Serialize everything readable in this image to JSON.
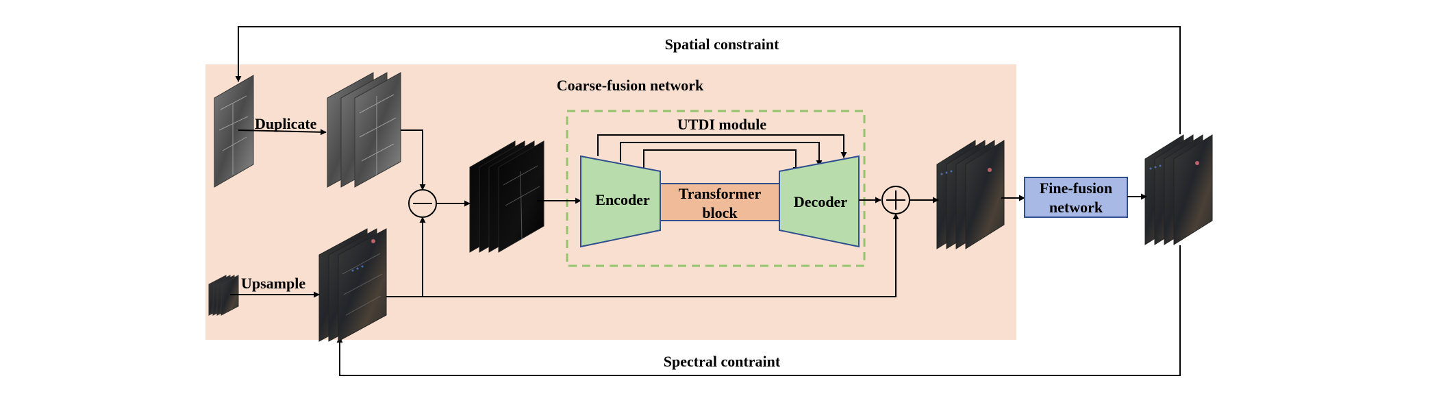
{
  "labels": {
    "spatial_constraint": "Spatial constraint",
    "spectral_constraint": "Spectral contraint",
    "coarse_fusion": "Coarse-fusion network",
    "utdi_module": "UTDI module",
    "duplicate": "Duplicate",
    "upsample": "Upsample",
    "encoder": "Encoder",
    "transformer_line1": "Transformer",
    "transformer_line2": "block",
    "decoder": "Decoder",
    "fine_fusion_line1": "Fine-fusion",
    "fine_fusion_line2": "network"
  },
  "colors": {
    "coarse_bg": "#f8dfcf",
    "utdi_dash": "#92c46e",
    "encoder_fill": "#b9dcac",
    "transformer_fill": "#f0bb98",
    "fine_fusion_fill": "#a7b9e4",
    "box_stroke": "#2f4f8f"
  }
}
